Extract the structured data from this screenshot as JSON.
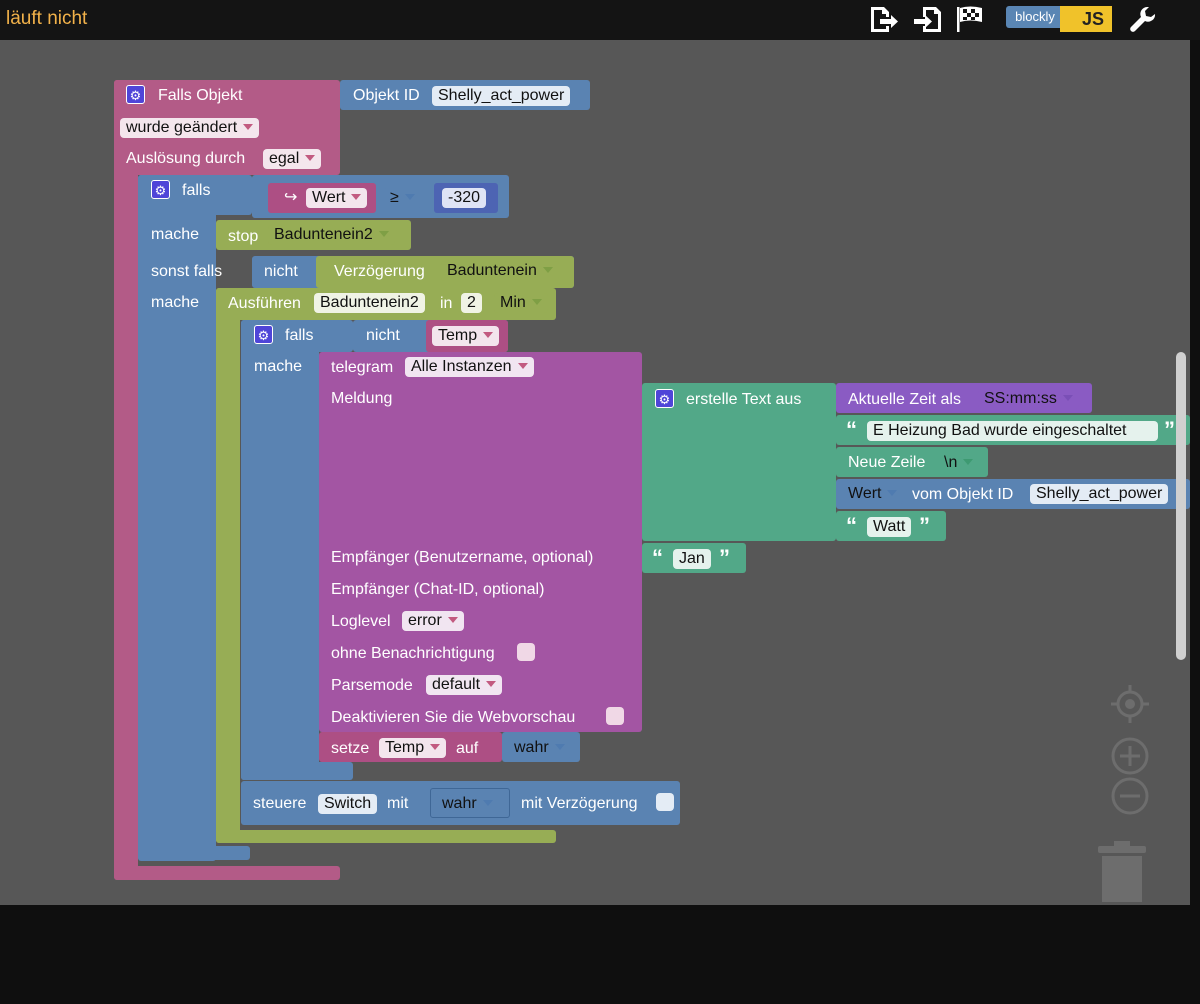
{
  "app": {
    "status": "läuft nicht",
    "icons": [
      "export-icon",
      "import-icon",
      "checkered-flag-icon",
      "blockly-js-toggle",
      "wrench-icon"
    ],
    "brand_blockly": "blockly",
    "brand_js": "JS"
  },
  "colors": {
    "trigger": "#b35b87",
    "logic": "#5a83b2",
    "timeouts": "#97ad55",
    "telegram": "#a355a3",
    "text": "#52a888",
    "time": "#8a5bc3",
    "workspace": "#575757"
  },
  "blocks": {
    "trigger": {
      "title": "Falls Objekt",
      "object_label": "Objekt ID",
      "object_id": "Shelly_act_power",
      "changed": "wurde geändert",
      "trigger_by": "Auslösung durch",
      "trigger_value": "egal"
    },
    "if1": {
      "falls": "falls",
      "value": "Wert",
      "op": "≥",
      "number": "-320",
      "mache": "mache",
      "stop_label": "stop",
      "stop_target": "Baduntenein2",
      "sonst": "sonst falls",
      "not": "nicht",
      "delay_label": "Verzögerung",
      "delay_target": "Baduntenein",
      "mache2": "mache"
    },
    "exec": {
      "label": "Ausführen",
      "name": "Baduntenein2",
      "in": "in",
      "num": "2",
      "unit": "Min"
    },
    "if2": {
      "falls": "falls",
      "not": "nicht",
      "var": "Temp",
      "mache": "mache"
    },
    "telegram": {
      "label": "telegram",
      "instance": "Alle Instanzen",
      "message": "Meldung",
      "recipient": "Empfänger (Benutzername, optional)",
      "chat_id": "Empfänger (Chat-ID, optional)",
      "loglevel_label": "Loglevel",
      "loglevel": "error",
      "silent": "ohne Benachrichtigung",
      "parsemode_label": "Parsemode",
      "parsemode": "default",
      "preview": "Deaktivieren Sie die Webvorschau"
    },
    "text": {
      "create": "erstelle Text aus",
      "time_label": "Aktuelle Zeit als",
      "time_format": "SS:mm:ss",
      "str1": "E Heizung Bad wurde eingeschaltet",
      "newline": "Neue Zeile",
      "newline_val": "\\n",
      "value": "Wert",
      "from_obj": "vom Objekt ID",
      "obj_id": "Shelly_act_power",
      "watt": "Watt",
      "recipient_val": "Jan"
    },
    "setvar": {
      "label": "setze",
      "var": "Temp",
      "to": "auf",
      "value": "wahr"
    },
    "control": {
      "label": "steuere",
      "target": "Switch",
      "with": "mit",
      "value": "wahr",
      "delay": "mit Verzögerung"
    }
  }
}
